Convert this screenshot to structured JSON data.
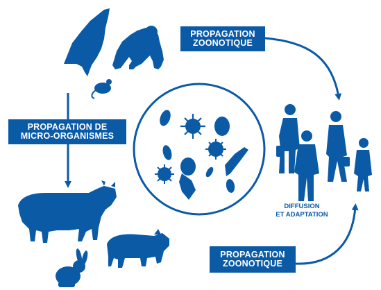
{
  "labels": {
    "zoonotic_top": [
      "PROPAGATION",
      "ZOONOTIQUE"
    ],
    "micro": [
      "PROPAGATION DE",
      "MICRO-ORGANISMES"
    ],
    "zoonotic_bottom": [
      "PROPAGATION",
      "ZOONOTIQUE"
    ],
    "diffusion": [
      "DIFFUSION",
      "ET ADAPTATION"
    ]
  },
  "colors": {
    "primary": "#0a5aa6",
    "background": "#ffffff"
  },
  "icons": [
    "bat-icon",
    "gorilla-icon",
    "mouse-icon",
    "cow-icon",
    "pig-icon",
    "rabbit-icon",
    "microbes-icon",
    "people-icon"
  ]
}
